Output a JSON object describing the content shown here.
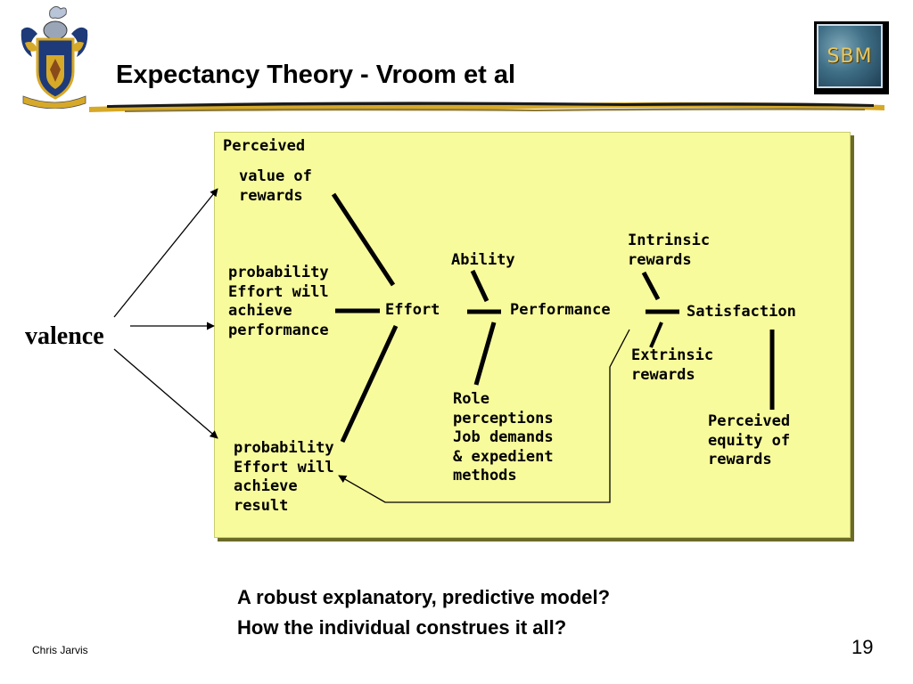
{
  "slide": {
    "title": "Expectancy Theory - Vroom et al",
    "logo_text": "SBM",
    "author": "Chris Jarvis",
    "page_number": "19"
  },
  "diagram": {
    "valence_label": "valence",
    "perceived": "Perceived",
    "value_of_rewards": "value of\nrewards",
    "probability_performance": "probability\nEffort will\nachieve\nperformance",
    "effort": "Effort",
    "ability": "Ability",
    "performance": "Performance",
    "intrinsic_rewards": "Intrinsic\nrewards",
    "satisfaction": "Satisfaction",
    "extrinsic_rewards": "Extrinsic\nrewards",
    "role_perceptions": "Role\nperceptions\nJob demands\n& expedient\nmethods",
    "perceived_equity": "Perceived\nequity of\nrewards",
    "probability_result": "probability\nEffort will\nachieve\nresult"
  },
  "questions": {
    "q1": "A robust explanatory, predictive model?",
    "q2": "How the individual construes it all?"
  },
  "colors": {
    "panel_background": "#f8fb9c",
    "panel_shadow": "#6b6b28",
    "crest_blue": "#1e3a78",
    "crest_gold": "#d7a928"
  }
}
